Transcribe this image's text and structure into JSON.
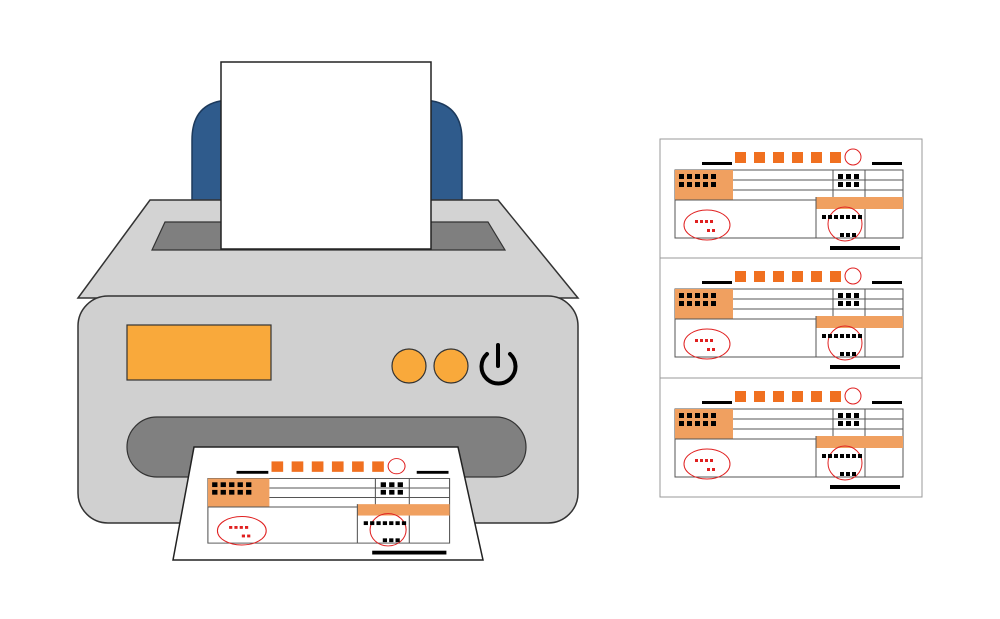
{
  "colors": {
    "background": "#ffffff",
    "printer_body": "#cfcfcf",
    "printer_top": "#d9d9d9",
    "printer_dark": "#7f7f7f",
    "paper_holder": "#2f5b8c",
    "display": "#f9a93b",
    "buttons": "#f9a93b",
    "accent_orange": "#f0a060",
    "accent_orange_dark": "#f07020",
    "ink": "#000000",
    "stamp_red": "#e02020"
  },
  "icons": {
    "power": "power-icon",
    "stamp": "red-stamp-circle"
  },
  "printer": {
    "display_panel": "orange-display",
    "button_count": 2
  },
  "printed_forms": {
    "count": 3
  }
}
